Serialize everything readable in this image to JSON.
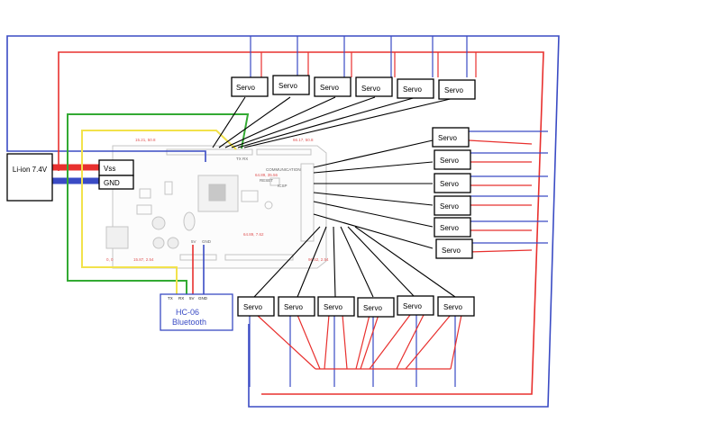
{
  "battery": {
    "label": "Li-ion 7.4V"
  },
  "power_pins": {
    "vss": "Vss",
    "gnd": "GND"
  },
  "bluetooth": {
    "pins": [
      "TX",
      "RX",
      "5V",
      "GND"
    ],
    "name": "HC-06",
    "type": "Bluetooth"
  },
  "board": {
    "tx_rx": "TX  RX",
    "communication": "COMMUNICATION",
    "reset": "RESET",
    "icsp": "ICSP",
    "pin_5v": "5V",
    "pin_gnd": "GND",
    "coords": [
      "15.21, 50.8",
      "66.17, 50.8",
      "64.89, 35.56",
      "64.89, 7.62",
      "0, 0",
      "15.87, 2.54",
      "96.52, 2.54"
    ]
  },
  "servos": {
    "top": [
      "Servo",
      "Servo",
      "Servo",
      "Servo",
      "Servo",
      "Servo"
    ],
    "right": [
      "Servo",
      "Servo",
      "Servo",
      "Servo",
      "Servo",
      "Servo"
    ],
    "bottom": [
      "Servo",
      "Servo",
      "Servo",
      "Servo",
      "Servo",
      "Servo"
    ]
  },
  "colors": {
    "power": "#e8302e",
    "ground": "#3a4bc4",
    "signal": "#000000",
    "rx_wire": "#f2e24b",
    "tx_wire": "#33aa33",
    "pcb_outline": "#bdbdbd",
    "bt_text": "#3a4bc4"
  }
}
